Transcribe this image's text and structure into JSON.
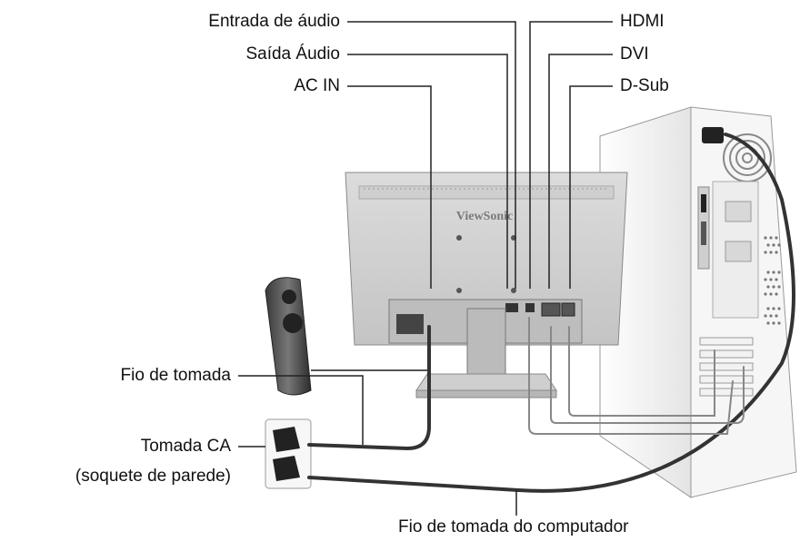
{
  "labels": {
    "audio_in": "Entrada de áudio",
    "audio_out": "Saída Áudio",
    "ac_in": "AC IN",
    "hdmi": "HDMI",
    "dvi": "DVI",
    "dsub": "D-Sub",
    "power_cord": "Fio de tomada",
    "ac_outlet_line1": "Tomada CA",
    "ac_outlet_line2": "(soquete de parede)",
    "pc_power_cord": "Fio de tomada do computador"
  },
  "monitor_brand": "ViewSonic"
}
